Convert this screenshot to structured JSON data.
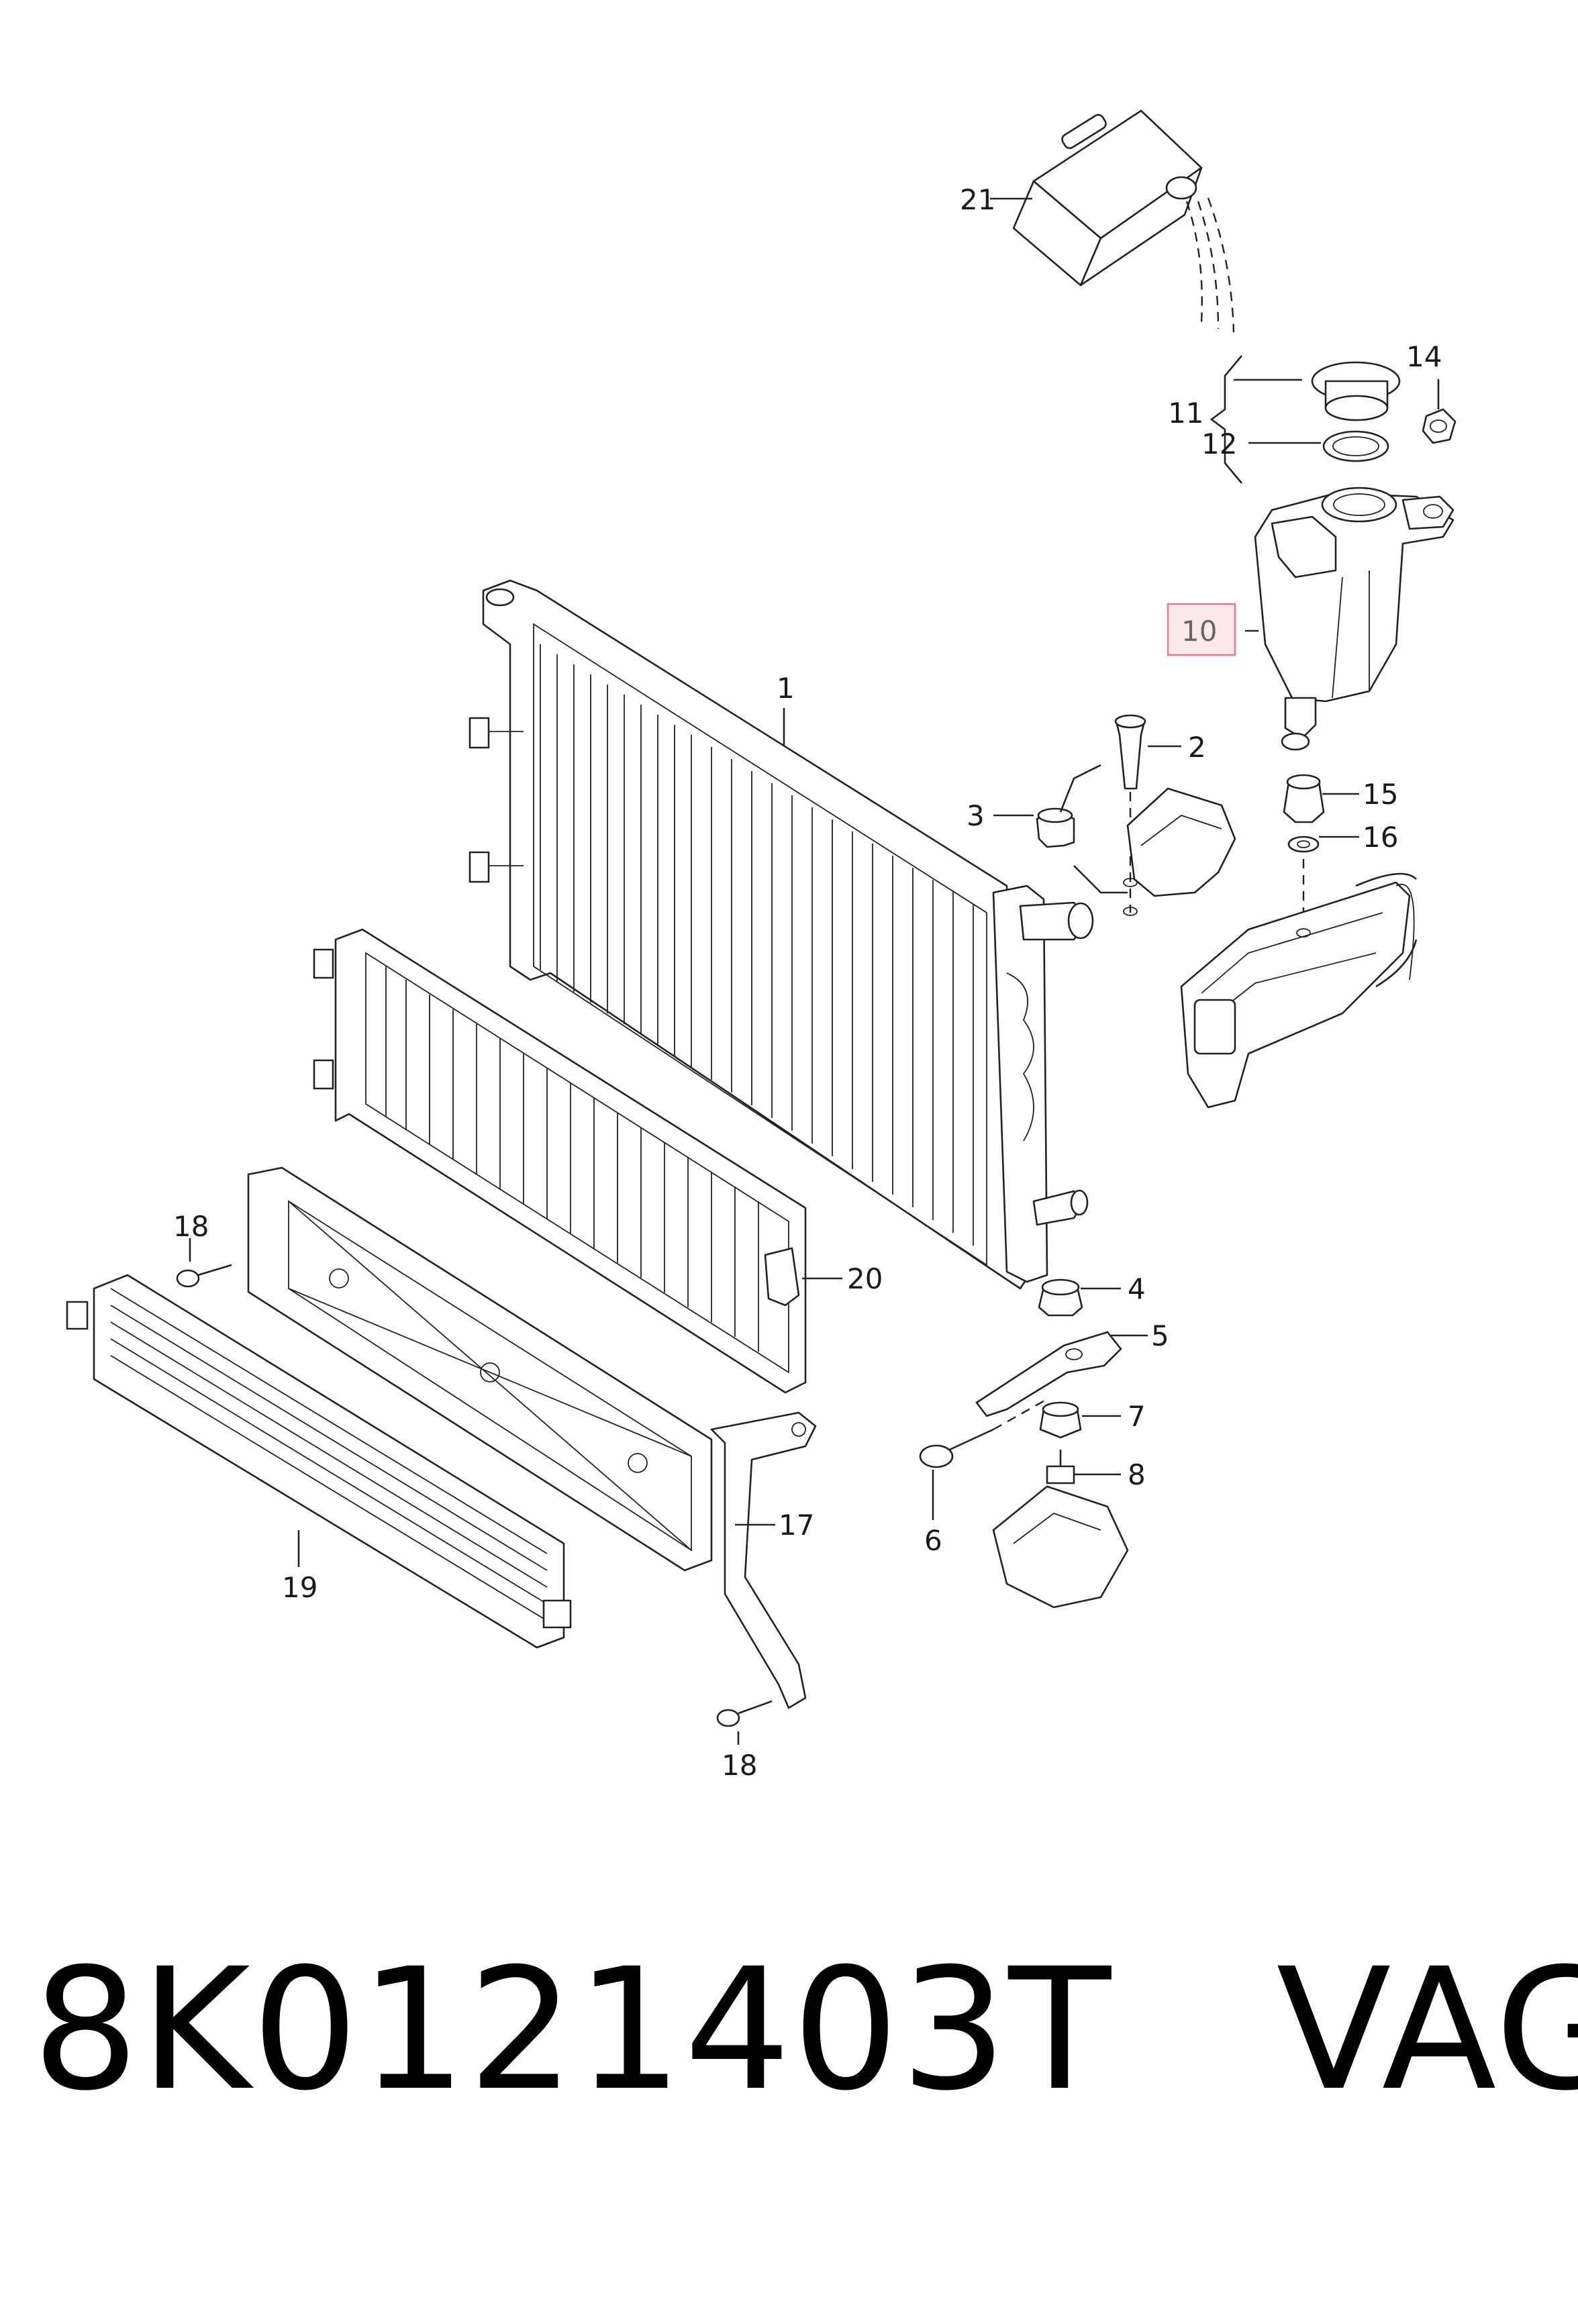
{
  "callouts": [
    {
      "id": "1",
      "label": "1"
    },
    {
      "id": "2",
      "label": "2"
    },
    {
      "id": "3",
      "label": "3"
    },
    {
      "id": "4",
      "label": "4"
    },
    {
      "id": "5",
      "label": "5"
    },
    {
      "id": "6",
      "label": "6"
    },
    {
      "id": "7",
      "label": "7"
    },
    {
      "id": "8",
      "label": "8"
    },
    {
      "id": "10",
      "label": "10",
      "highlighted": true
    },
    {
      "id": "11",
      "label": "11"
    },
    {
      "id": "12",
      "label": "12"
    },
    {
      "id": "14",
      "label": "14"
    },
    {
      "id": "15",
      "label": "15"
    },
    {
      "id": "16",
      "label": "16"
    },
    {
      "id": "17",
      "label": "17"
    },
    {
      "id": "18a",
      "label": "18"
    },
    {
      "id": "18b",
      "label": "18"
    },
    {
      "id": "19",
      "label": "19"
    },
    {
      "id": "20",
      "label": "20"
    },
    {
      "id": "21",
      "label": "21"
    }
  ],
  "footer": {
    "part_number": "8K0121403T",
    "brand": "VAG",
    "separator": "   "
  },
  "colors": {
    "highlight_fill": "#fde8ec",
    "highlight_stroke": "#e27b92",
    "line": "#222222"
  }
}
